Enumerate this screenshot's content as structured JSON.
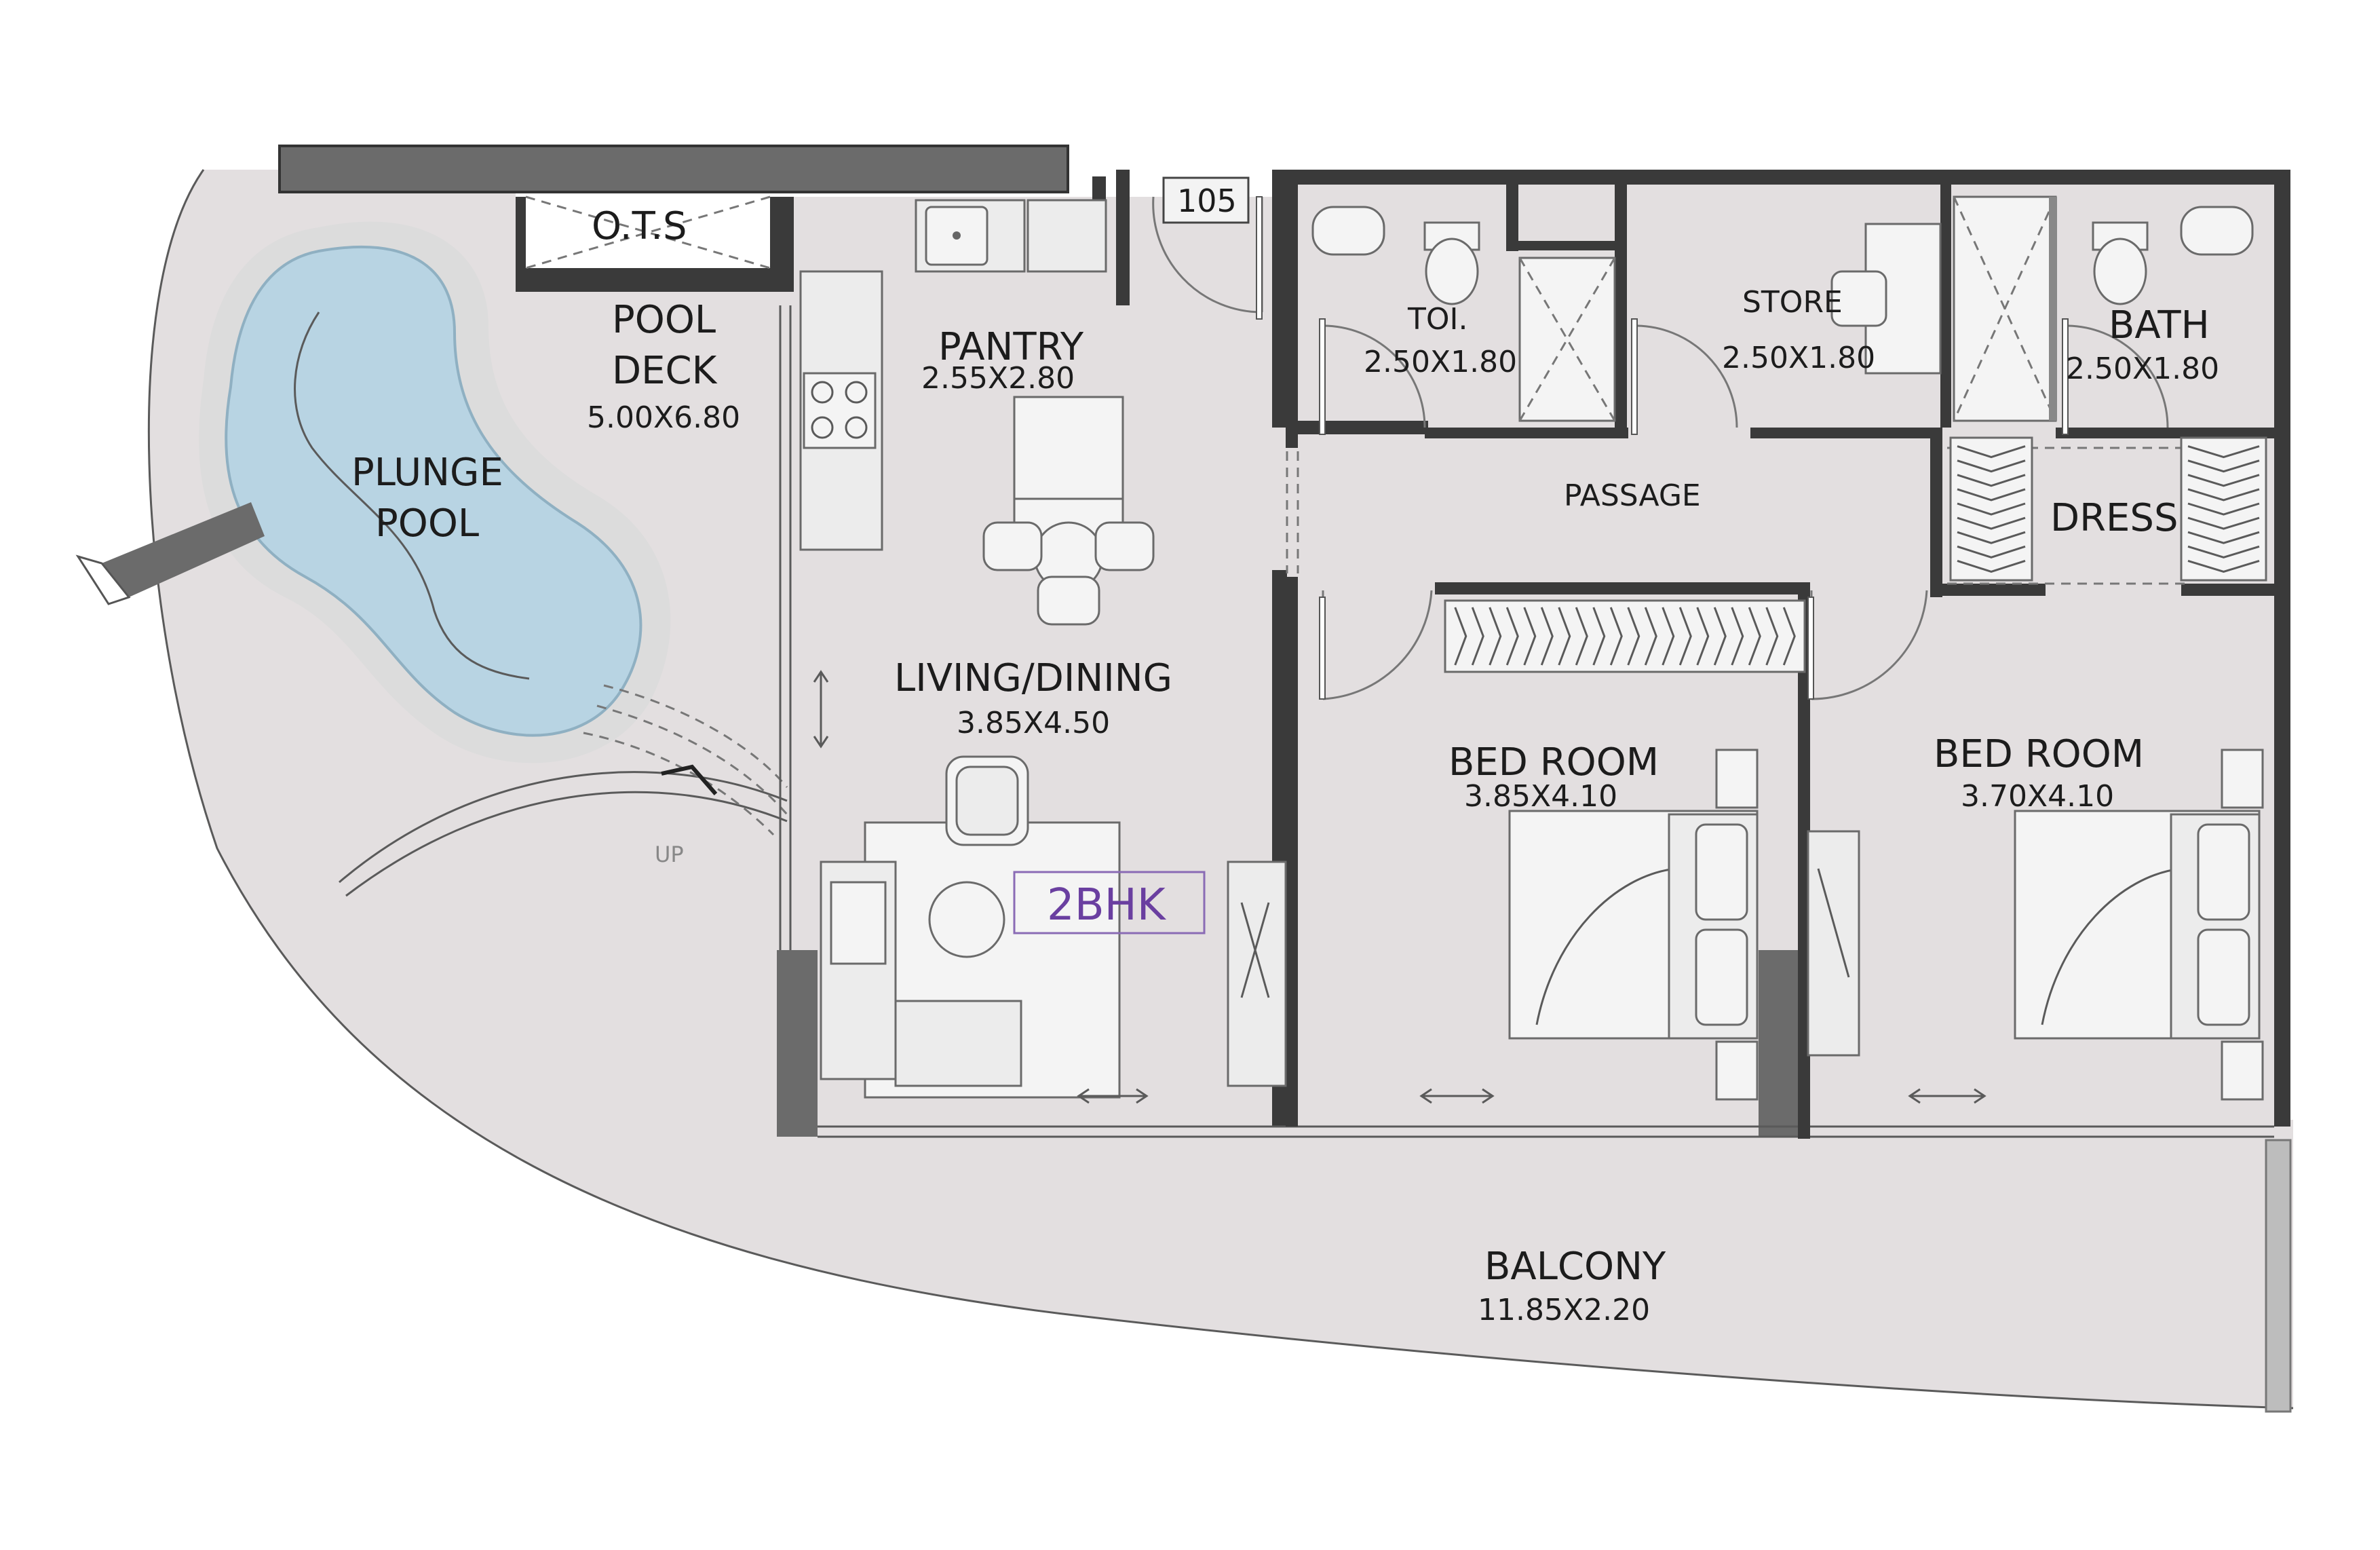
{
  "colors": {
    "floor": "#e3dfe0",
    "wall": "#3a3a3a",
    "lawn": "#4f8a3a",
    "pool_water": "#b8d4e3",
    "pool_edge": "#dcdcdc",
    "brand_label": "#6a3fa0"
  },
  "labels": {
    "ots": "O.T.S",
    "door_number": "105",
    "pool_deck": {
      "name_line1": "POOL",
      "name_line2": "DECK",
      "dims": "5.00X6.80"
    },
    "plunge_pool": {
      "name_line1": "PLUNGE",
      "name_line2": "POOL"
    },
    "pantry": {
      "name": "PANTRY",
      "dims": "2.55X2.80"
    },
    "living": {
      "name": "LIVING/DINING",
      "dims": "3.85X4.50"
    },
    "toilet": {
      "name": "TOI.",
      "dims": "2.50X1.80"
    },
    "store": {
      "name": "STORE",
      "dims": "2.50X1.80"
    },
    "bath": {
      "name": "BATH",
      "dims": "2.50X1.80"
    },
    "passage": {
      "name": "PASSAGE"
    },
    "dress": {
      "name": "DRESS"
    },
    "bedroom1": {
      "name": "BED ROOM",
      "dims": "3.85X4.10"
    },
    "bedroom2": {
      "name": "BED ROOM",
      "dims": "3.70X4.10"
    },
    "balcony": {
      "name": "BALCONY",
      "dims": "11.85X2.20"
    },
    "stair": "UP",
    "unit_type": "2BHK"
  },
  "icons": [
    "sink-icon",
    "stove-icon",
    "dining-table-icon",
    "chair-icon",
    "sofa-icon",
    "bed-icon",
    "toilet-icon",
    "wash-basin-icon",
    "shower-icon",
    "wardrobe-icon",
    "sliding-door-arrow-icon",
    "door-swing-icon"
  ]
}
